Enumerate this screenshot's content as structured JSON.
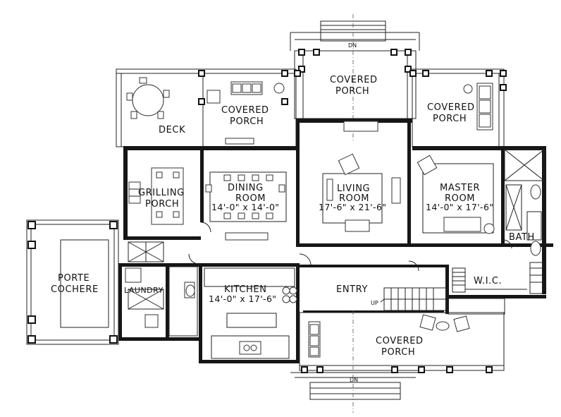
{
  "rooms": {
    "covered_porch_top": [
      "COVERED",
      "PORCH"
    ],
    "covered_porch_left": [
      "COVERED",
      "PORCH"
    ],
    "covered_porch_right": [
      "COVERED",
      "PORCH"
    ],
    "covered_porch_bottom": [
      "COVERED",
      "PORCH"
    ],
    "deck": "DECK",
    "grilling_porch": [
      "GRILLING",
      "PORCH"
    ],
    "dining_room": [
      "DINING",
      "ROOM"
    ],
    "dining_room_dim": "14'-0\" x 14'-0\"",
    "living_room": [
      "LIVING",
      "ROOM"
    ],
    "living_room_dim": "17'-6\" x 21'-6\"",
    "master_room": [
      "MASTER",
      "ROOM"
    ],
    "master_room_dim": "14'-0\" x 17'-6\"",
    "bath": "BATH",
    "wic": "W.I.C.",
    "porte_cochere": [
      "PORTE",
      "COCHERE"
    ],
    "laundry": "LAUNDRY",
    "kitchen": "KITCHEN",
    "kitchen_dim": "14'-0\" x 17'-6\"",
    "entry": "ENTRY"
  },
  "stairs": {
    "top_dn": "DN",
    "bottom_dn": "DN",
    "up": "UP"
  }
}
